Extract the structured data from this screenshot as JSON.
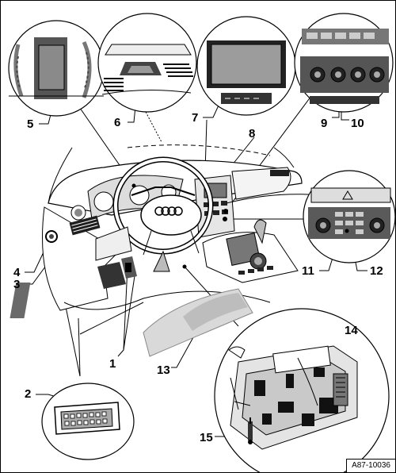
{
  "diagram": {
    "reference_code": "A87-10036",
    "callouts": [
      "1",
      "2",
      "3",
      "4",
      "5",
      "6",
      "7",
      "8",
      "9",
      "10",
      "11",
      "12",
      "13",
      "14",
      "15"
    ]
  }
}
